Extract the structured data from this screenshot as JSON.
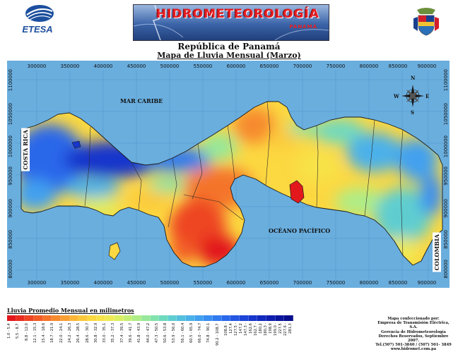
{
  "header": {
    "left_logo_text": "ETESA",
    "banner_title": "HIDROMETEOROLOGÍA",
    "banner_subtitle": "PANAMÁ",
    "title": "República de Panamá",
    "subtitle": "Mapa de Lluvia Mensual (Marzo)"
  },
  "map": {
    "x_ticks": [
      "300000",
      "350000",
      "400000",
      "450000",
      "500000",
      "550000",
      "600000",
      "650000",
      "700000",
      "750000",
      "800000",
      "850000",
      "900000"
    ],
    "y_ticks": [
      "1100000",
      "1050000",
      "1000000",
      "950000",
      "900000",
      "850000",
      "800000"
    ],
    "labels": {
      "caribbean": "MAR CARIBE",
      "pacific": "OCÉANO PACÍFICO",
      "costa_rica": "COSTA RICA",
      "colombia": "COLOMBIA"
    },
    "compass": {
      "n": "N",
      "s": "S",
      "e": "E",
      "w": "W"
    },
    "colors": {
      "sea": "#6aaede",
      "land_outline": "#222222"
    }
  },
  "legend": {
    "title": "Lluvia Promedio Mensual en milimetros",
    "classes": [
      {
        "label": "1.0 - 5.4",
        "color": "#e2181c"
      },
      {
        "label": "5.5 - 8.7",
        "color": "#e82d1e"
      },
      {
        "label": "8.8 - 12.0",
        "color": "#ee4523"
      },
      {
        "label": "12.1 - 15.3",
        "color": "#f25d27"
      },
      {
        "label": "15.4 - 18.6",
        "color": "#f4742a"
      },
      {
        "label": "18.7 - 21.9",
        "color": "#f68a2e"
      },
      {
        "label": "22.0 - 24.1",
        "color": "#f9a033"
      },
      {
        "label": "24.2 - 26.3",
        "color": "#fbb636"
      },
      {
        "label": "26.4 - 28.5",
        "color": "#fcc93b"
      },
      {
        "label": "28.6 - 30.7",
        "color": "#fcd841"
      },
      {
        "label": "30.8 - 32.9",
        "color": "#f7e34a"
      },
      {
        "label": "33.0 - 35.1",
        "color": "#eeea55"
      },
      {
        "label": "35.2 - 37.3",
        "color": "#dbef63"
      },
      {
        "label": "37.4 - 39.5",
        "color": "#c5ef74"
      },
      {
        "label": "39.6 - 41.7",
        "color": "#aeed87"
      },
      {
        "label": "41.8 - 43.9",
        "color": "#97e89a"
      },
      {
        "label": "44.0 - 47.2",
        "color": "#82e2ad"
      },
      {
        "label": "47.3 - 50.5",
        "color": "#6fd9bf"
      },
      {
        "label": "50.6 - 53.8",
        "color": "#5fcdd0"
      },
      {
        "label": "53.9 - 56.0",
        "color": "#55c0de"
      },
      {
        "label": "56.1 - 60.4",
        "color": "#4bb1e9"
      },
      {
        "label": "60.5 - 65.9",
        "color": "#42a0ef"
      },
      {
        "label": "66.0 - 74.7",
        "color": "#3a8ef1"
      },
      {
        "label": "74.8 - 90.1",
        "color": "#327bef"
      },
      {
        "label": "90.2 - 108.7",
        "color": "#2a68ea"
      },
      {
        "label": "108.8 - 127.4",
        "color": "#2356e2"
      },
      {
        "label": "127.5 - 147.2",
        "color": "#1c45d8"
      },
      {
        "label": "147.3 - 162.6",
        "color": "#1736cc"
      },
      {
        "label": "162.7 - 180.2",
        "color": "#1229be"
      },
      {
        "label": "180.3 - 198.9",
        "color": "#0e1eae"
      },
      {
        "label": "199.0 - 227.5",
        "color": "#0a159d"
      },
      {
        "label": "227.6 - 281.3",
        "color": "#070e8c"
      }
    ]
  },
  "credits": [
    "Mapa confeccionado por:",
    "Empresa de Transmisión Eléctrica, S.A.",
    "Gerencia de Hidrometeorología",
    "Derechos Reservados, Septiembre 2007.",
    "Tel.(507) 501-3840 / (507) 501- 3849",
    "www.hidromet.com.pa"
  ]
}
